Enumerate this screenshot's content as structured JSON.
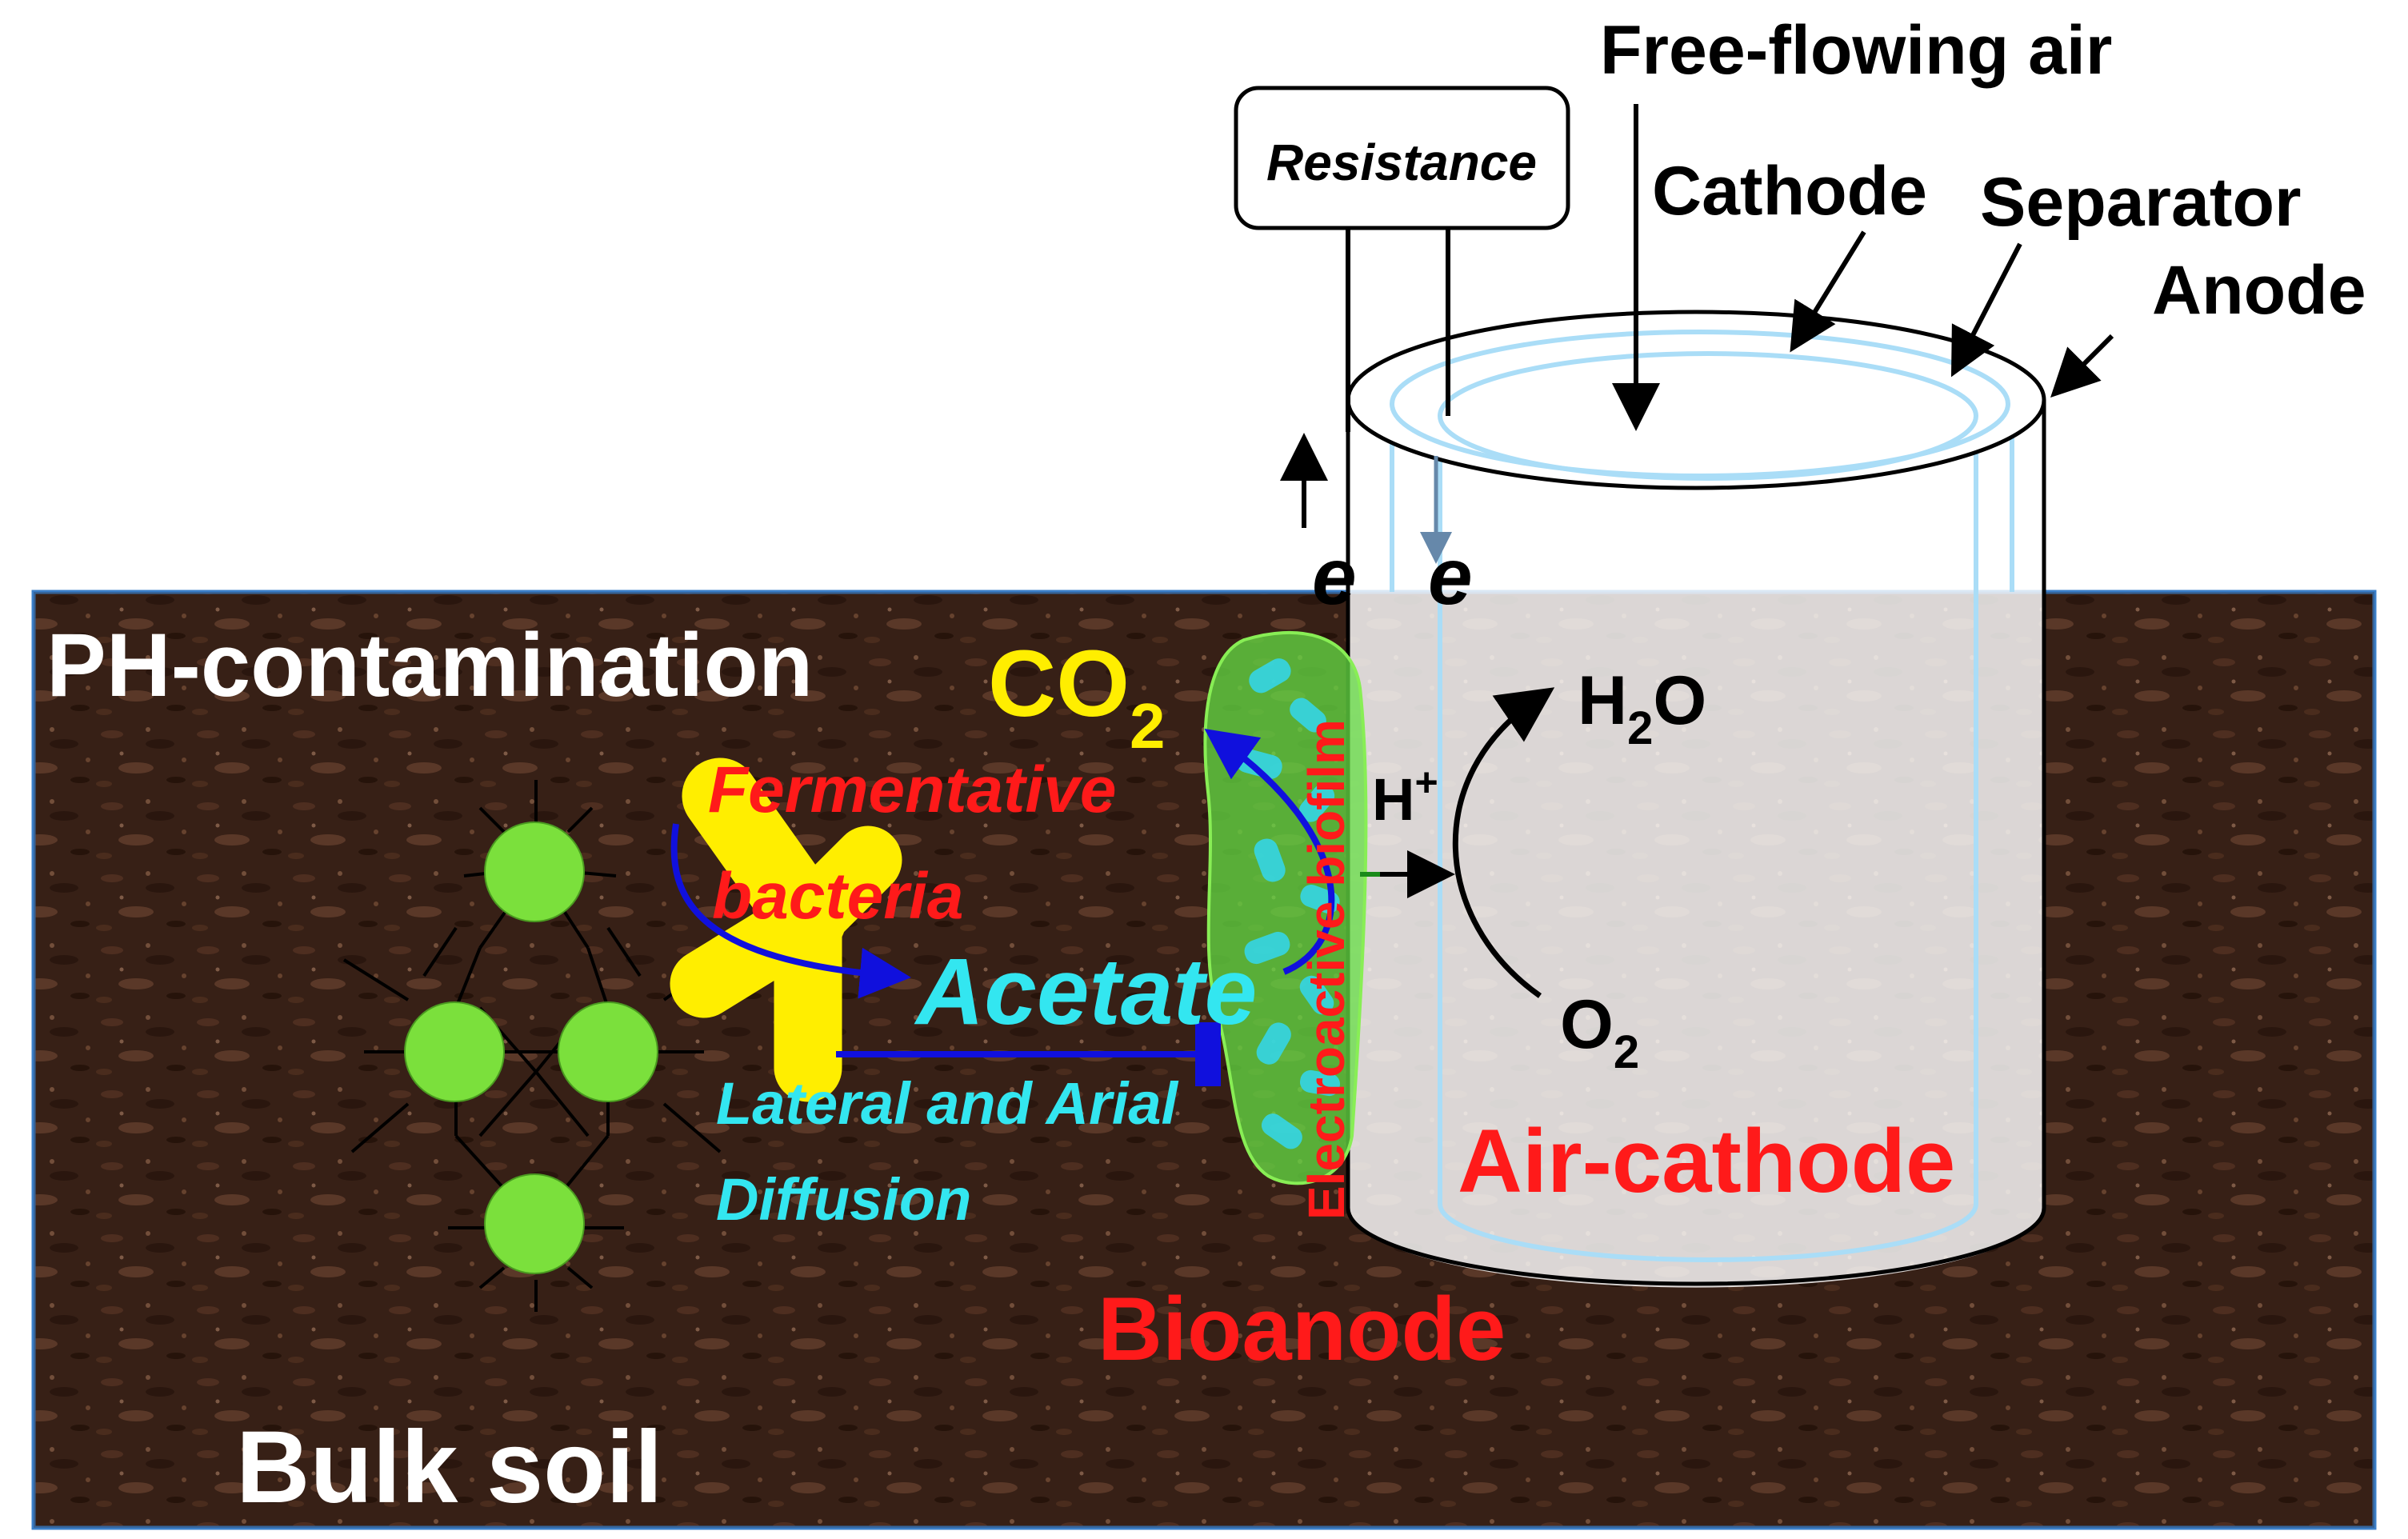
{
  "labels": {
    "free_flowing_air": "Free-flowing air",
    "resistance": "Resistance",
    "cathode": "Cathode",
    "separator": "Separator",
    "anode": "Anode",
    "electron_left": "e",
    "electron_right": "e",
    "ph_contamination": "PH-contamination",
    "co2_main": "CO",
    "co2_sub": "2",
    "fermentative": "Fermentative",
    "bacteria": "bacteria",
    "acetate": "Acetate",
    "lateral_line1": "Lateral and Arial",
    "lateral_line2": "Diffusion",
    "electroactive_biofilm": "Electroactive biofilm",
    "h_plus_main": "H",
    "h_plus_sup": "+",
    "h2o_h": "H",
    "h2o_sub": "2",
    "h2o_o": "O",
    "o2_main": "O",
    "o2_sub": "2",
    "air_cathode": "Air-cathode",
    "bioanode": "Bioanode",
    "bulk_soil": "Bulk soil"
  },
  "colors": {
    "soil_dark": "#2a1810",
    "soil_mid": "#4a2c1e",
    "soil_light": "#6b4532",
    "red_text": "#ff1a1a",
    "yellow": "#ffee00",
    "cyan": "#33e6f0",
    "green_node": "#7be03c",
    "biofilm_green": "#66dd44",
    "arrow_blue": "#1010dd",
    "cylinder_line": "#aaddf7"
  }
}
